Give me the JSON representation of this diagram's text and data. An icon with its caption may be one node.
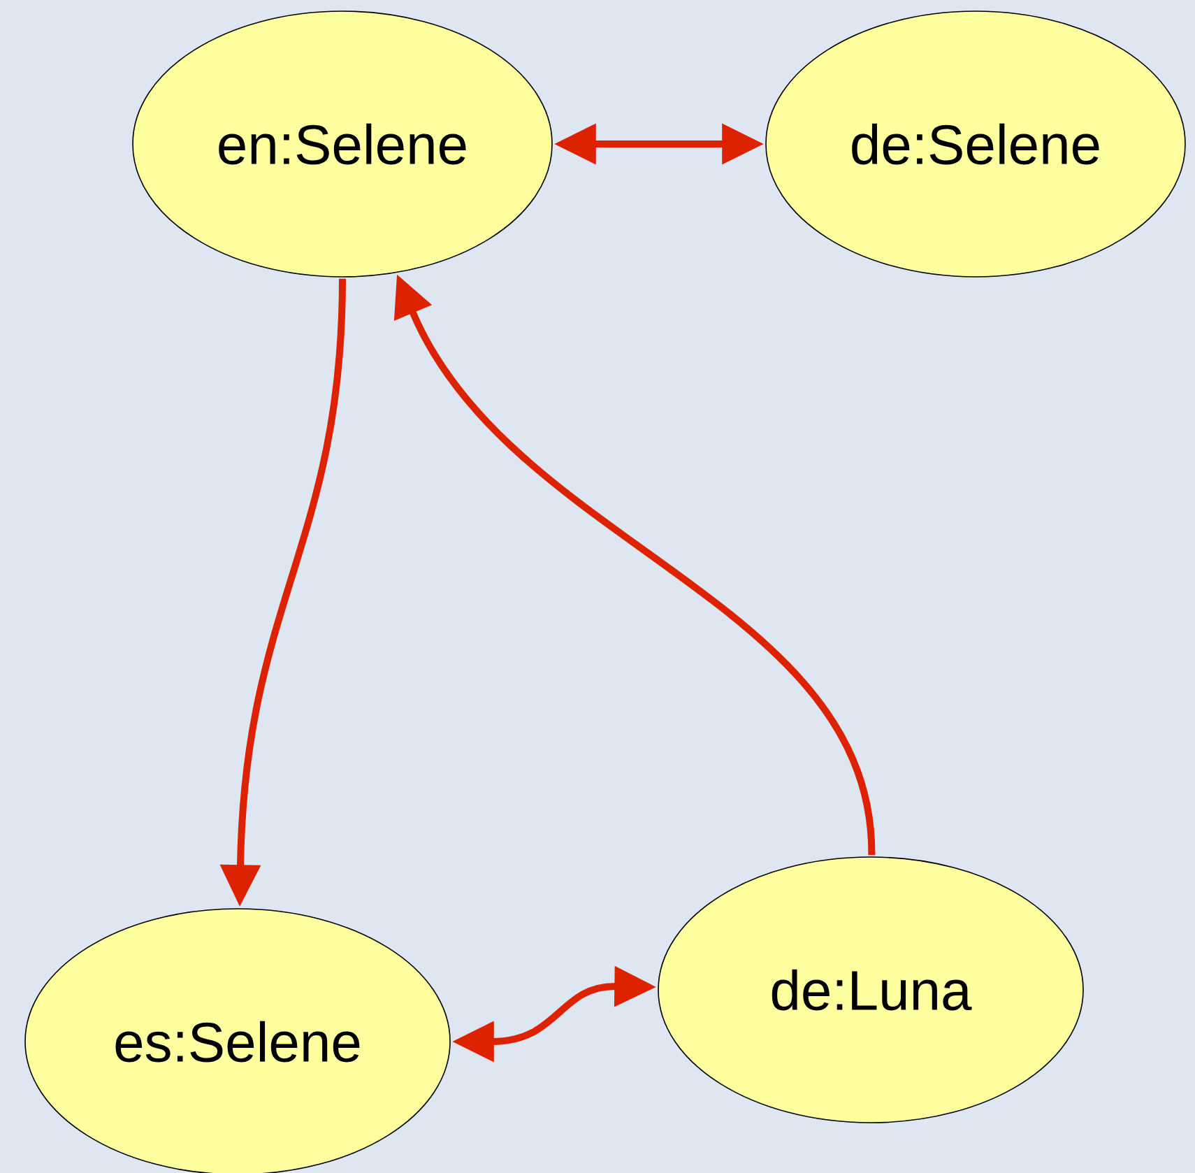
{
  "diagram": {
    "nodes": [
      {
        "text": [
          "en:Selene"
        ]
      },
      {
        "text": [
          "de:Selene"
        ]
      },
      {
        "text": [
          "es:Selene"
        ]
      },
      {
        "text": [
          "de:Luna"
        ]
      }
    ],
    "edges": [
      {
        "from": 0,
        "to": 1,
        "arrow": "both"
      },
      {
        "from": 0,
        "to": 2,
        "arrow": "to"
      },
      {
        "from": 3,
        "to": 0,
        "arrow": "to"
      },
      {
        "from": 2,
        "to": 3,
        "arrow": "both"
      }
    ]
  }
}
